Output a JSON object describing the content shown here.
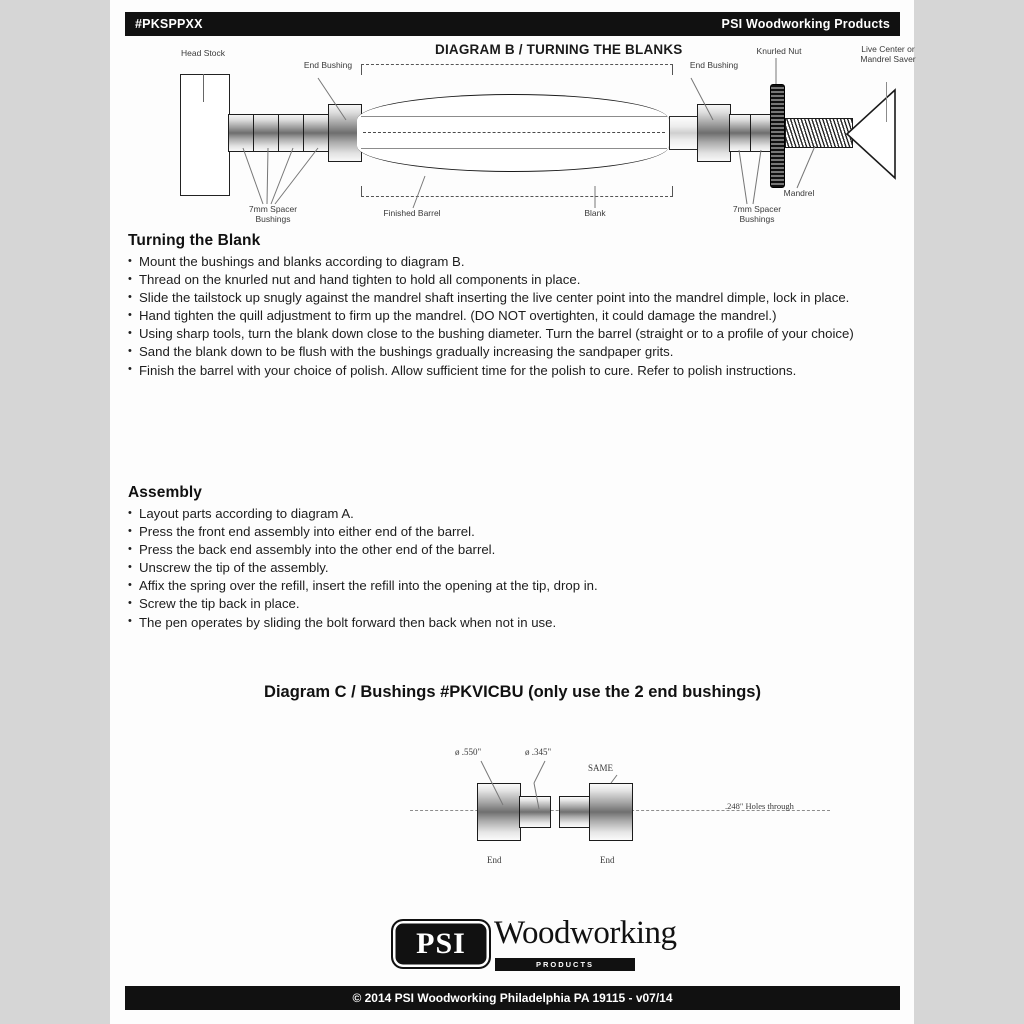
{
  "header": {
    "left_code": "#PKSPPXX",
    "right_title": "PSI Woodworking Products"
  },
  "diagram_b": {
    "title": "DIAGRAM B / TURNING THE BLANKS",
    "labels": {
      "head_stock": "Head Stock",
      "end_bushing_left": "End Bushing",
      "end_bushing_right": "End Bushing",
      "knurled_nut": "Knurled Nut",
      "live_center": "Live Center or\nMandrel Saver",
      "live_center_line1": "Live Center or",
      "live_center_line2": "Mandrel Saver",
      "spacer_left_line1": "7mm Spacer",
      "spacer_left_line2": "Bushings",
      "spacer_right_line1": "7mm Spacer",
      "spacer_right_line2": "Bushings",
      "finished_barrel": "Finished Barrel",
      "blank": "Blank",
      "mandrel": "Mandrel"
    }
  },
  "turning": {
    "heading": "Turning the Blank",
    "bullets": [
      "Mount the bushings and blanks according to diagram B.",
      "Thread on the knurled nut and hand tighten to hold all components in place.",
      "Slide the tailstock up snugly against the mandrel shaft inserting the live center point into the mandrel dimple, lock in place.",
      "Hand tighten the quill adjustment to firm up the mandrel. (DO NOT overtighten, it could damage the mandrel.)",
      "Using sharp tools, turn the blank down close to the bushing diameter. Turn the barrel (straight or to a profile of your choice)",
      "Sand the blank down to be flush with the bushings gradually increasing the sandpaper grits.",
      "Finish the barrel with your choice of polish. Allow sufficient time for the polish to cure. Refer to polish instructions."
    ]
  },
  "assembly": {
    "heading": "Assembly",
    "bullets": [
      "Layout parts according to diagram A.",
      "Press the front end assembly into either end of the barrel.",
      "Press the back end assembly into the other end of the barrel.",
      "Unscrew the tip of the assembly.",
      "Affix the spring over the refill, insert the refill into the opening at the tip, drop in.",
      "Screw the tip back in place.",
      "The pen operates by sliding the bolt forward then back when not in use."
    ]
  },
  "diagram_c": {
    "title": "Diagram C / Bushings #PKVICBU (only use the 2 end bushings)",
    "labels": {
      "dim_large": "ø .550\"",
      "dim_small": "ø .345\"",
      "same": "SAME",
      "holes": ".248\" Holes through",
      "end_left": "End",
      "end_right": "End"
    }
  },
  "logo": {
    "mark": "PSI",
    "wordmark": "Woodworking",
    "subtitle": "PRODUCTS"
  },
  "footer": {
    "copyright": "© 2014 PSI Woodworking Philadelphia PA 19115 - v07/14"
  },
  "colors": {
    "bar": "#111111",
    "page": "#ffffff",
    "margin": "#d6d6d6",
    "text": "#1d1d1d"
  }
}
